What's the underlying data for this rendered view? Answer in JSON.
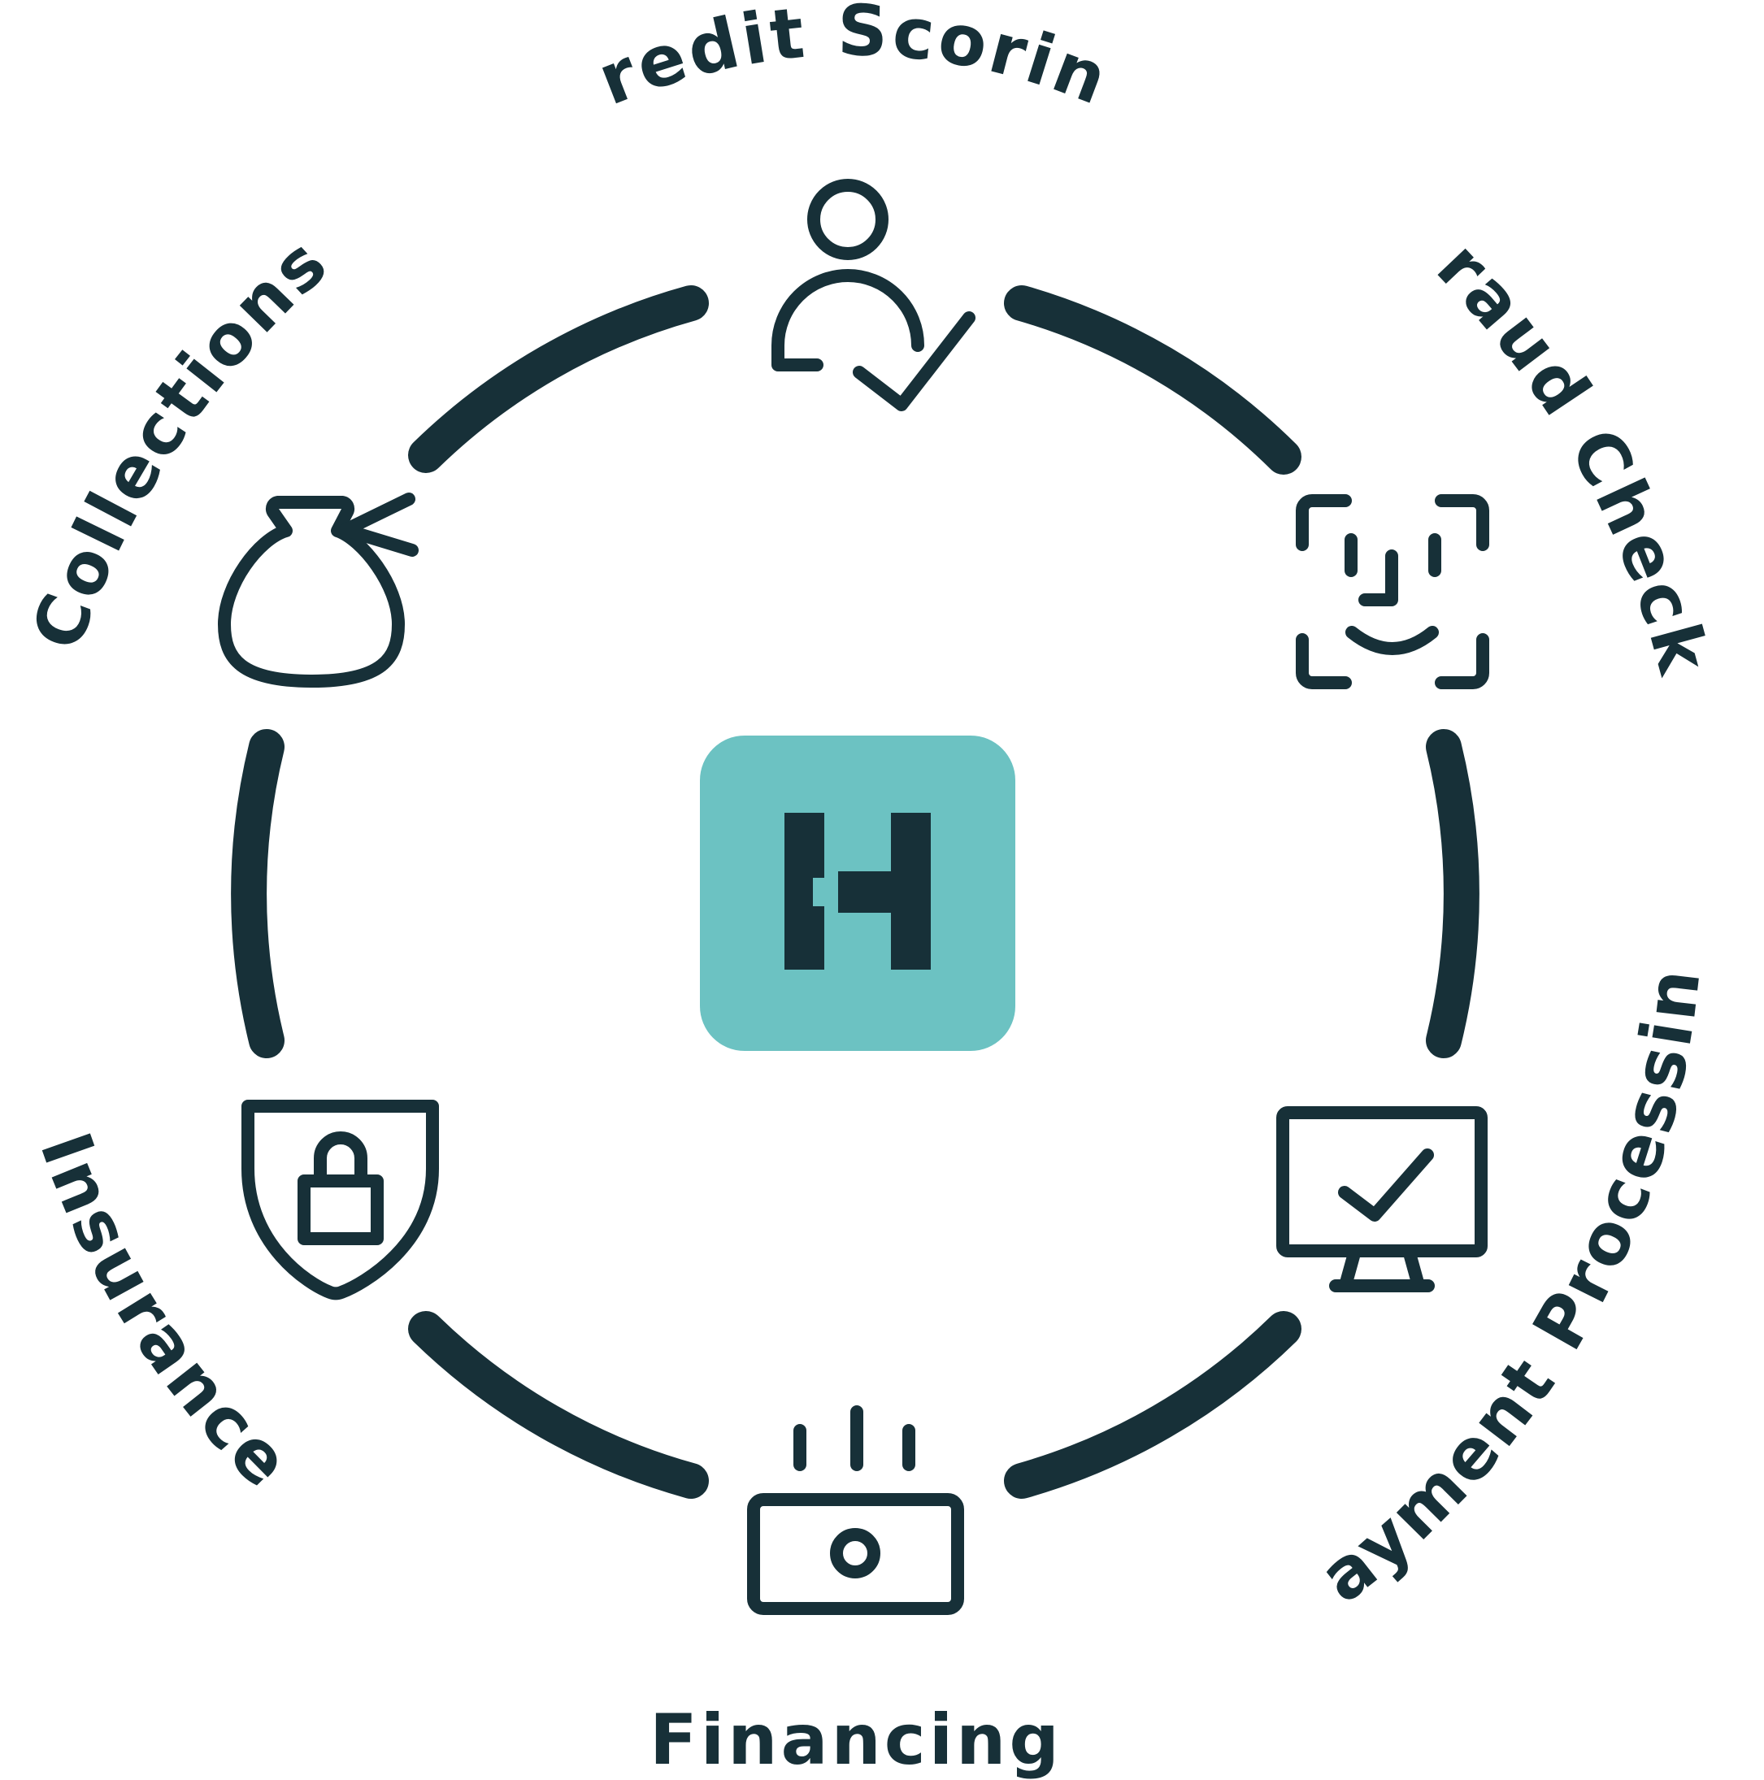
{
  "colors": {
    "ink": "#173038",
    "accent": "#6cc2c2",
    "background": "#ffffff"
  },
  "center": {
    "logo": "H",
    "icon": "h-logo-icon"
  },
  "services": [
    {
      "label": "Credit Scoring",
      "icon": "person-check-icon"
    },
    {
      "label": "Fraud Checks",
      "icon": "face-scan-icon"
    },
    {
      "label": "Payment Processing",
      "icon": "monitor-check-icon"
    },
    {
      "label": "Financing",
      "icon": "cash-icon"
    },
    {
      "label": "Insurance",
      "icon": "shield-lock-icon"
    },
    {
      "label": "Collections",
      "icon": "money-bag-icon"
    }
  ]
}
